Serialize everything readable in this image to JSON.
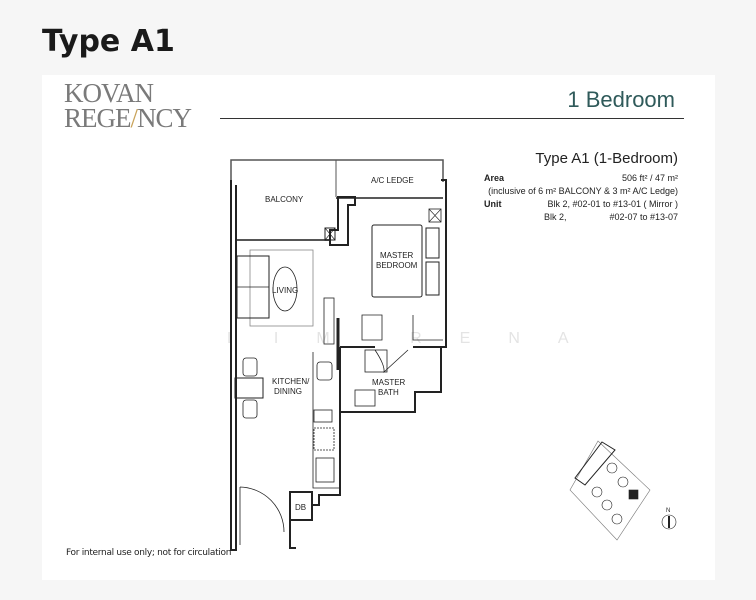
{
  "page_title": "Type A1",
  "logo": {
    "line1": "KOVAN",
    "line2": "REGENCY"
  },
  "bedroom_heading": "1 Bedroom",
  "info": {
    "type": "Type A1 (1-Bedroom)",
    "area_label": "Area",
    "area_value": "506 ft² / 47 m²",
    "inclusive": "(inclusive of 6 m² BALCONY & 3 m² A/C Ledge)",
    "unit_label": "Unit",
    "unit_line1": "Blk 2, #02-01 to #13-01 ( Mirror )",
    "unit_line2_blk": "Blk 2,",
    "unit_line2_range": "#02-07 to #13-07"
  },
  "rooms": {
    "balcony": "BALCONY",
    "ac_ledge": "A/C LEDGE",
    "master_bedroom_1": "MASTER",
    "master_bedroom_2": "BEDROOM",
    "living": "LIVING",
    "kitchen_1": "KITCHEN/",
    "kitchen_2": "DINING",
    "master_bath_1": "MASTER",
    "master_bath_2": "BATH",
    "db": "DB"
  },
  "watermark": "LIM  RENA",
  "footer_note": "For internal use only; not for circulation",
  "north_label": "N",
  "colors": {
    "heading": "#2f5a5a",
    "logo": "#7a7a7a",
    "logo_accent": "#c9a35a"
  }
}
